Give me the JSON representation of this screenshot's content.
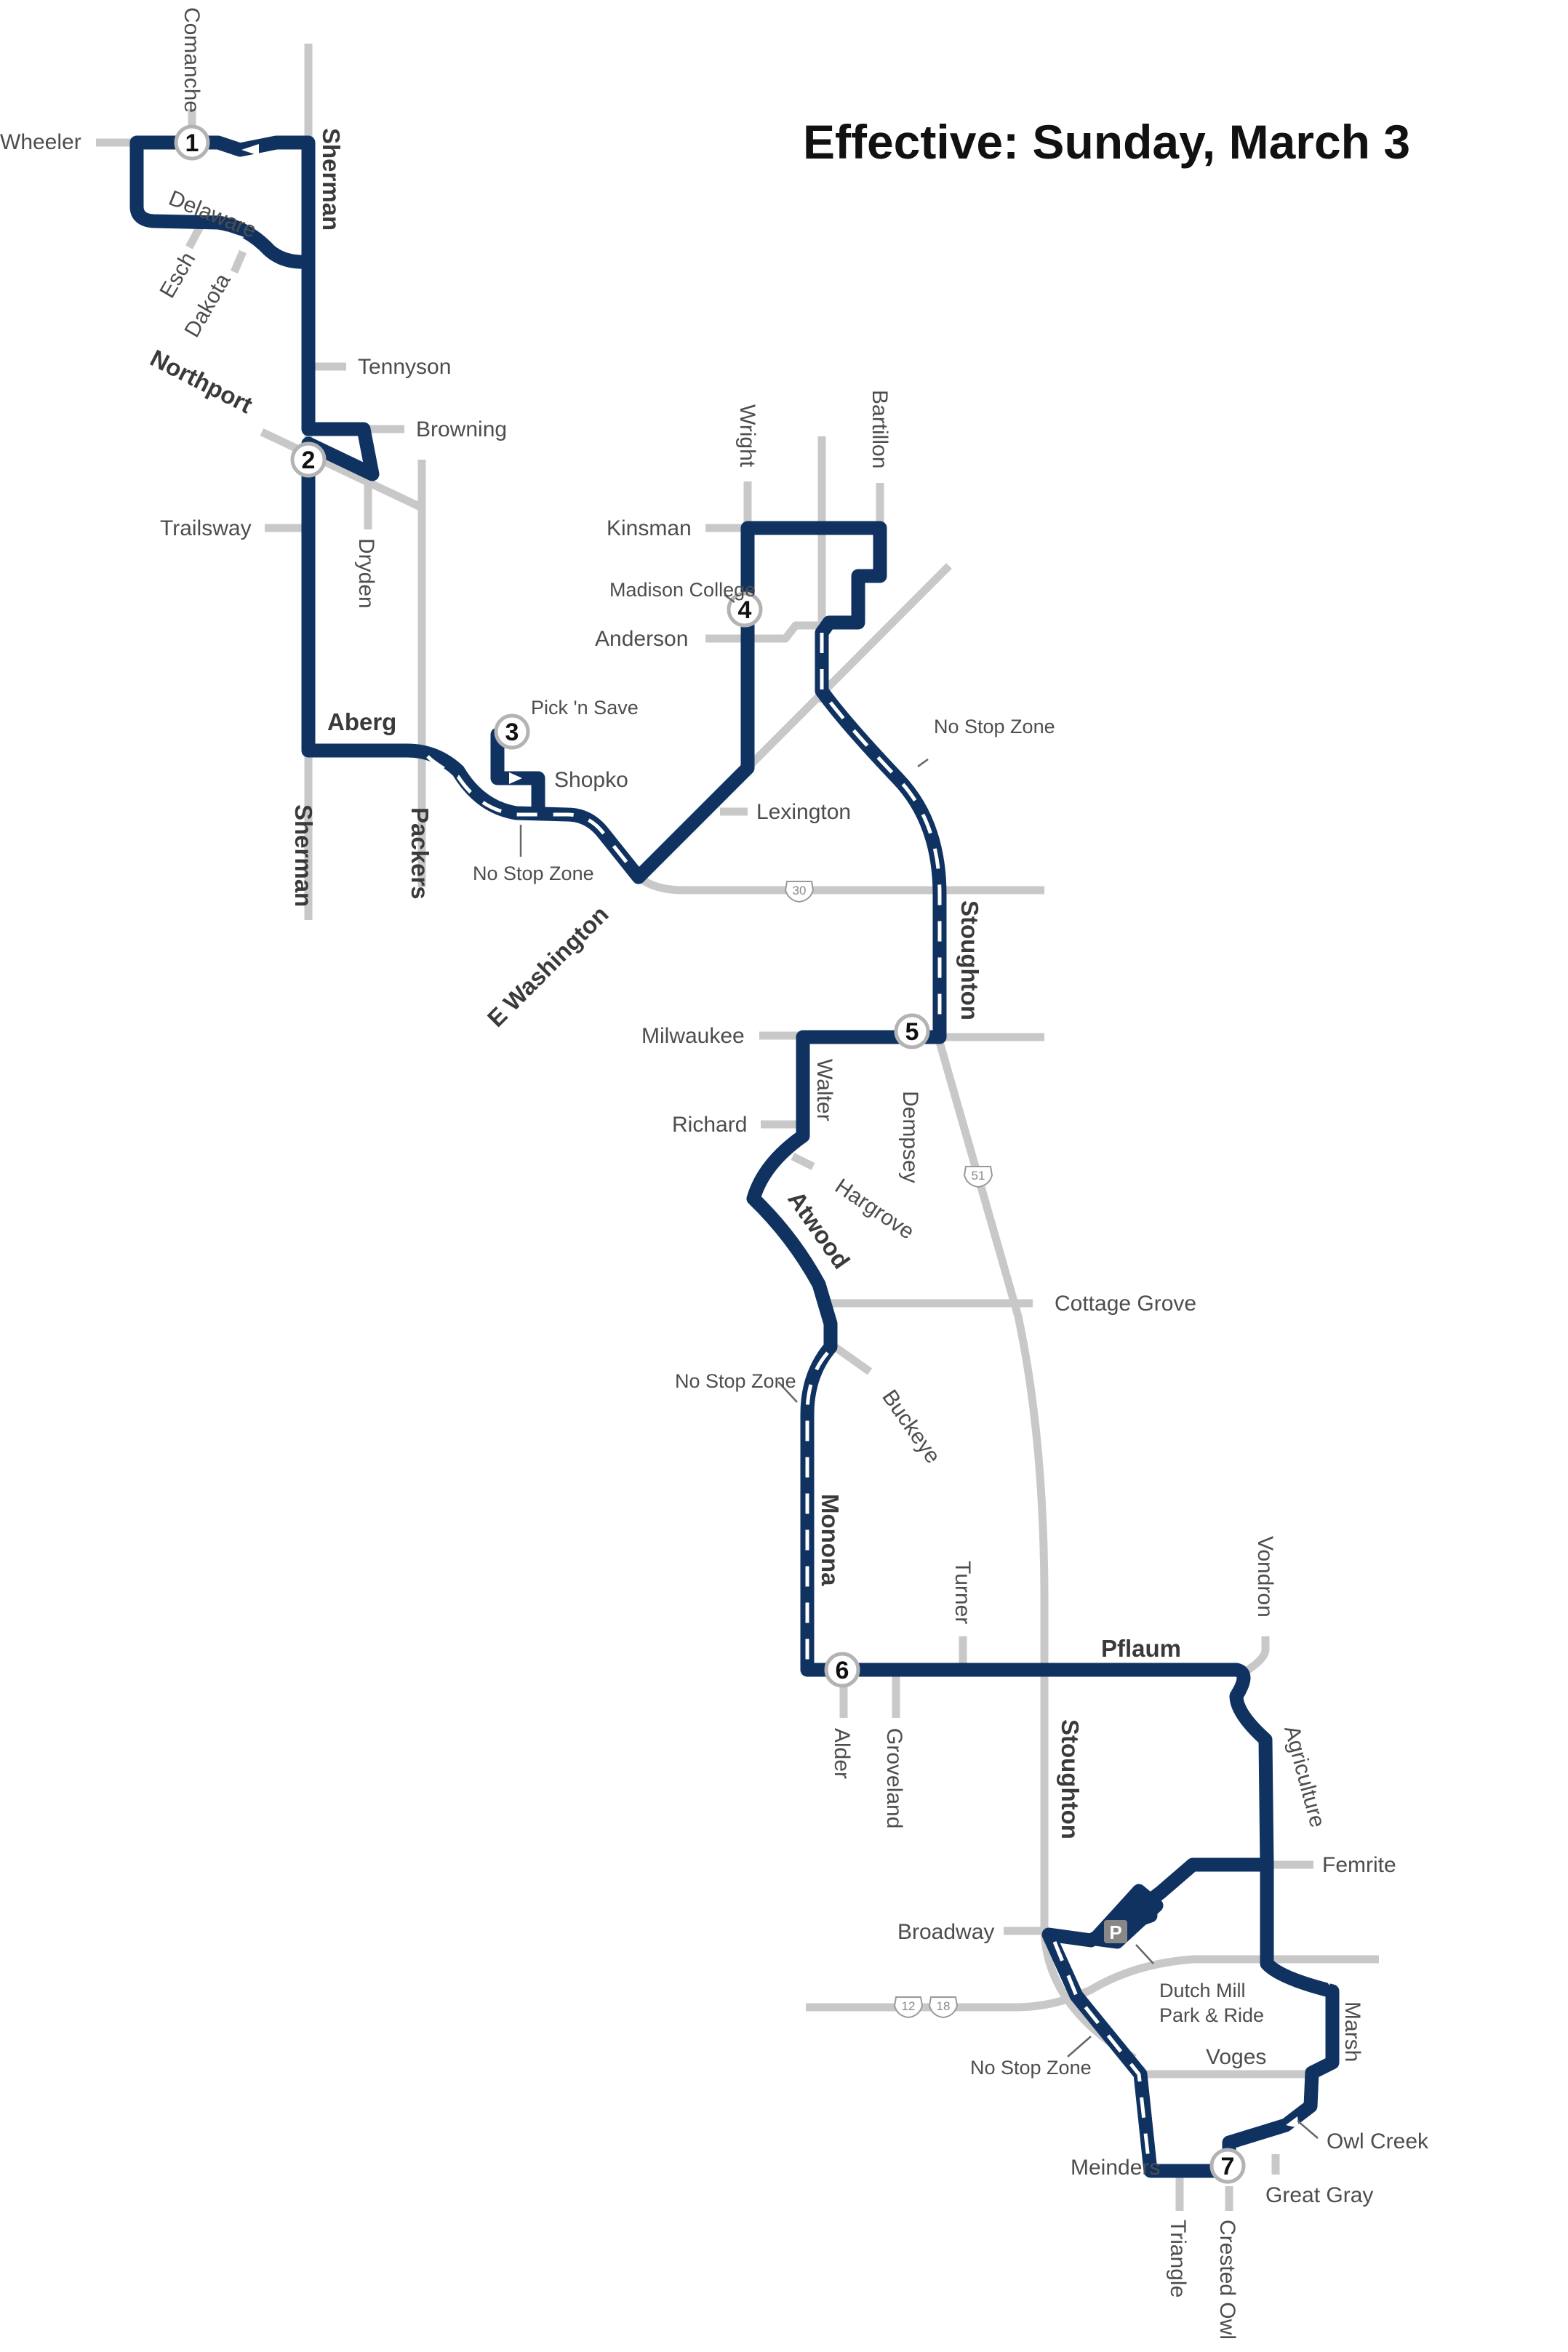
{
  "title": "Effective: Sunday, March 3",
  "colors": {
    "route": "#0f3261",
    "street": "#c8c8c8",
    "no_stop_dash": "#ffffff"
  },
  "stops": [
    "1",
    "2",
    "3",
    "4",
    "5",
    "6",
    "7"
  ],
  "major_streets": {
    "sherman_top": "Sherman",
    "sherman_bottom": "Sherman",
    "northport": "Northport",
    "aberg": "Aberg",
    "packers": "Packers",
    "e_washington": "E Washington",
    "stoughton_north": "Stoughton",
    "atwood": "Atwood",
    "monona": "Monona",
    "pflaum": "Pflaum",
    "stoughton_south": "Stoughton"
  },
  "streets": {
    "comanche": "Comanche",
    "wheeler": "Wheeler",
    "delaware": "Delaware",
    "esch": "Esch",
    "dakota": "Dakota",
    "tennyson": "Tennyson",
    "browning": "Browning",
    "trailsway": "Trailsway",
    "dryden": "Dryden",
    "wright": "Wright",
    "bartillon": "Bartillon",
    "kinsman": "Kinsman",
    "anderson": "Anderson",
    "lexington": "Lexington",
    "milwaukee": "Milwaukee",
    "walter": "Walter",
    "dempsey": "Dempsey",
    "richard": "Richard",
    "hargrove": "Hargrove",
    "cottage_grove": "Cottage Grove",
    "buckeye": "Buckeye",
    "turner": "Turner",
    "vondron": "Vondron",
    "alder": "Alder",
    "groveland": "Groveland",
    "agriculture": "Agriculture",
    "femrite": "Femrite",
    "broadway": "Broadway",
    "marsh": "Marsh",
    "voges": "Voges",
    "owl_creek": "Owl Creek",
    "meinders": "Meinders",
    "great_gray": "Great Gray",
    "triangle": "Triangle",
    "crested_owl": "Crested Owl"
  },
  "places": {
    "madison_college": "Madison College",
    "pick_n_save": "Pick 'n Save",
    "shopko": "Shopko",
    "dutch_mill_1": "Dutch Mill",
    "dutch_mill_2": "Park & Ride",
    "parking_symbol": "P"
  },
  "no_stop_zone": {
    "label_1": "No Stop Zone",
    "label_2": "No Stop Zone",
    "label_3": "No Stop Zone",
    "label_4": "No Stop Zone"
  },
  "highways": {
    "us30": "30",
    "us51": "51",
    "us12": "12",
    "us18": "18"
  }
}
